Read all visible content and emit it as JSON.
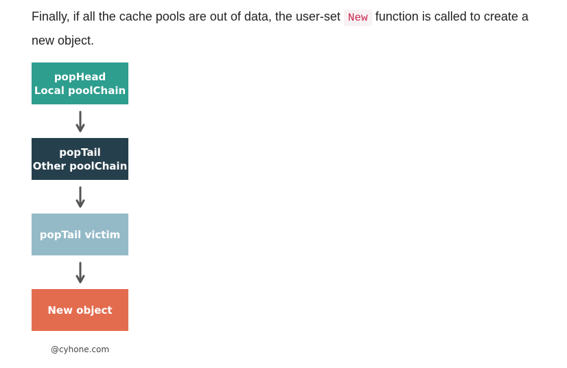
{
  "paragraph": {
    "text_before": "Finally, if all the cache pools are out of data, the user-set ",
    "code": "New",
    "text_after": " function is called to create a new object."
  },
  "flow": {
    "steps": [
      {
        "line1": "popHead",
        "line2": "Local poolChain",
        "color": "#2e9e8f"
      },
      {
        "line1": "popTail",
        "line2": "Other poolChain",
        "color": "#263f4c"
      },
      {
        "line1": "popTail victim",
        "color": "#94bac8"
      },
      {
        "line1": "New object",
        "color": "#e36c4f"
      }
    ],
    "arrow_color": "#555555",
    "arrow_icon": "arrow-down-icon"
  },
  "credit": "@cyhone.com"
}
